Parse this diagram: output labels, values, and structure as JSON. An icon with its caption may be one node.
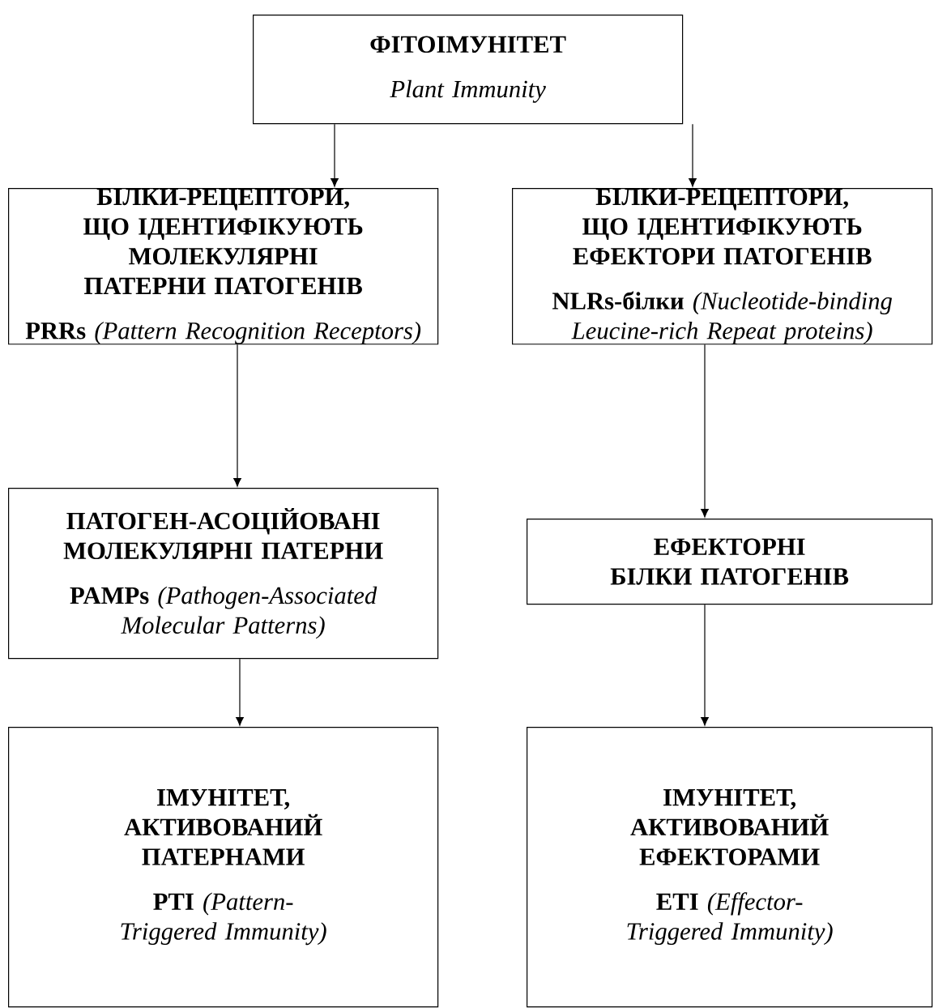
{
  "diagram": {
    "nodes": [
      {
        "text": [
          "ФІТОІМУНІТЕТ",
          "Plant Immunity"
        ]
      },
      {
        "text": [
          "БІЛКИ-РЕЦЕПТОРИ, ЩО ІДЕНТИФІКУЮТЬ МОЛЕКУЛЯРНІ ПАТЕРНИ ПАТОГЕНІВ",
          "**PRRs** *(Pattern Recognition Receptors)*"
        ]
      },
      {
        "text": [
          "БІЛКИ-РЕЦЕПТОРИ, ЩО ІДЕНТИФІКУЮТЬ ЕФЕКТОРИ ПАТОГЕНІВ",
          "**NLRs-білки** *(Nucleotide-binding Leucine-rich Repeat proteins)*"
        ]
      },
      {
        "text": [
          "ПАТОГЕН-АСОЦІЙОВАНІ МОЛЕКУЛЯРНІ ПАТЕРНИ",
          "**PAMPs** *(Pathogen-Associated Molecular Patterns)*"
        ]
      },
      {
        "text": [
          "ЕФЕКТОРНІ БІЛКИ ПАТОГЕНІВ"
        ]
      },
      {
        "text": [
          "ІМУНІТЕТ, АКТИВОВАНИЙ ПАТЕРНАМИ",
          "**PTI** *(Pattern-Triggered Immunity)*"
        ]
      },
      {
        "text": [
          "ІМУНІТЕТ, АКТИВОВАНИЙ ЕФЕКТОРАМИ",
          "**ETI** *(Effector-Triggered Immunity)*"
        ]
      }
    ],
    "edges": [
      {
        "from": 0,
        "to": 1,
        "arrow": "to"
      },
      {
        "from": 0,
        "to": 2,
        "arrow": "to"
      },
      {
        "from": 1,
        "to": 3,
        "arrow": "to"
      },
      {
        "from": 2,
        "to": 4,
        "arrow": "to"
      },
      {
        "from": 3,
        "to": 5,
        "arrow": "to"
      },
      {
        "from": 4,
        "to": 6,
        "arrow": "to"
      }
    ]
  }
}
